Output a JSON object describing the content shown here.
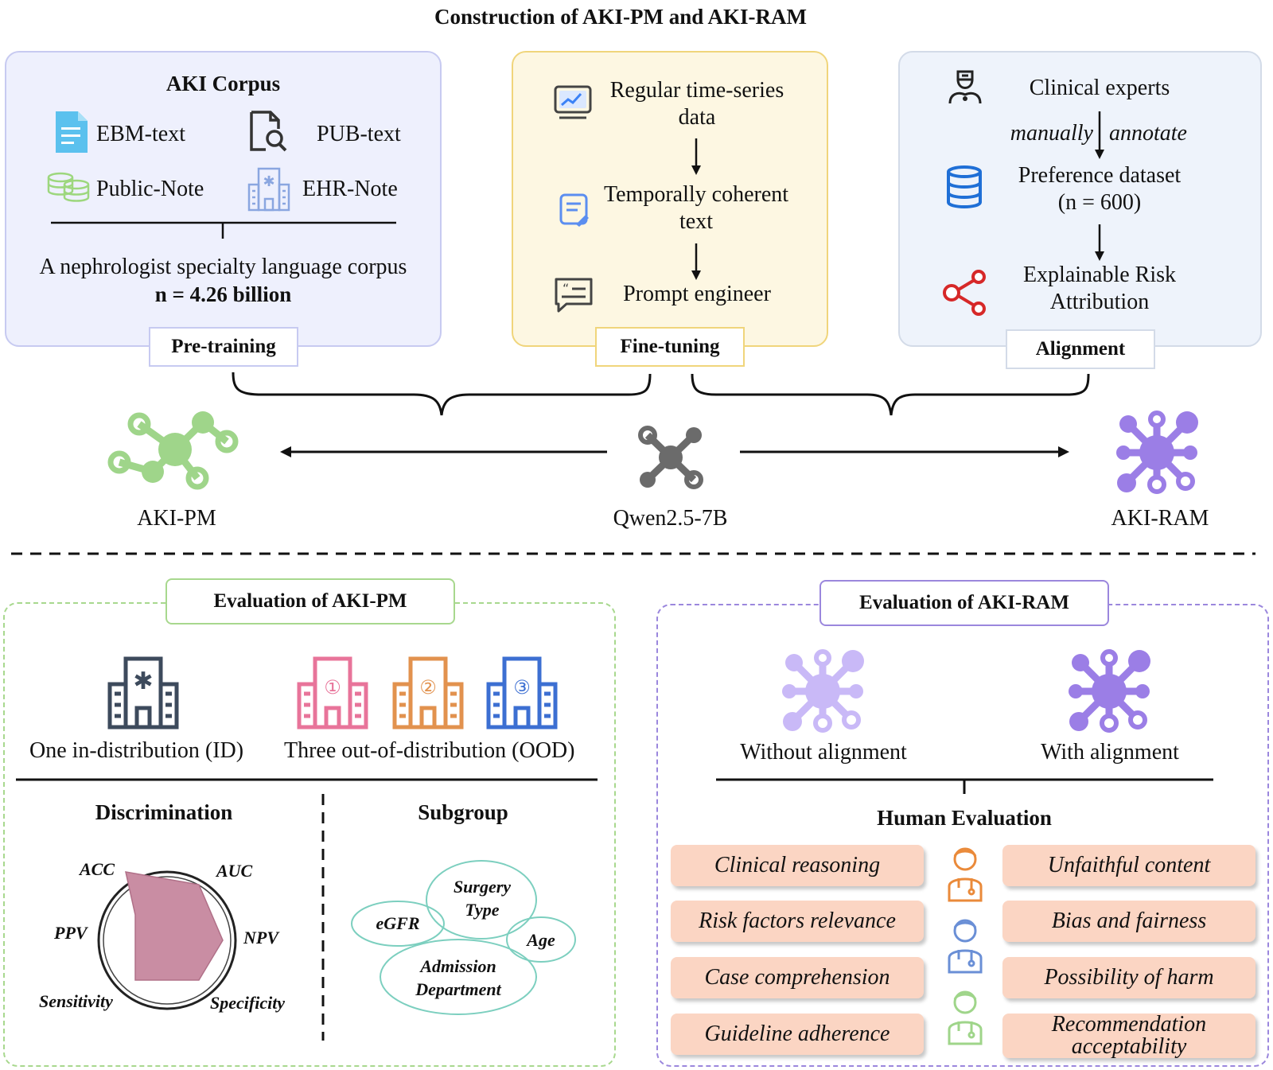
{
  "title": "Construction of AKI-PM and AKI-RAM",
  "pretraining": {
    "heading": "AKI Corpus",
    "sources": [
      "EBM-text",
      "PUB-text",
      "Public-Note",
      "EHR-Note"
    ],
    "desc": "A nephrologist specialty language corpus",
    "size": "n = 4.26 billion",
    "tag": "Pre-training"
  },
  "finetuning": {
    "step1": "Regular time-series data",
    "step2": "Temporally coherent text",
    "step3": "Prompt engineer",
    "tag": "Fine-tuning"
  },
  "alignment": {
    "experts": "Clinical experts",
    "manually": "manually",
    "annotate": "annotate",
    "dataset_line1": "Preference dataset",
    "dataset_line2": "(n = 600)",
    "attribution_line1": "Explainable Risk",
    "attribution_line2": "Attribution",
    "tag": "Alignment"
  },
  "models": {
    "left": "AKI-PM",
    "center": "Qwen2.5-7B",
    "right": "AKI-RAM",
    "colors": {
      "pm": "#9fd58a",
      "base": "#6b6b6b",
      "ram": "#9b7ee6"
    }
  },
  "eval_pm": {
    "tag": "Evaluation of AKI-PM",
    "id_label": "One in-distribution (ID)",
    "ood_label": "Three out-of-distribution (OOD)",
    "ood_numbers": [
      "①",
      "②",
      "③"
    ],
    "discrimination": "Discrimination",
    "subgroup": "Subgroup",
    "radar_metrics": [
      "ACC",
      "AUC",
      "NPV",
      "Specificity",
      "Sensitivity",
      "PPV"
    ],
    "subgroups": [
      "Surgery Type",
      "eGFR",
      "Age",
      "Admission Department"
    ]
  },
  "eval_ram": {
    "tag": "Evaluation of AKI-RAM",
    "without": "Without alignment",
    "with": "With alignment",
    "human_eval": "Human Evaluation",
    "left_criteria": [
      "Clinical reasoning",
      "Risk factors relevance",
      "Case comprehension",
      "Guideline adherence"
    ],
    "right_criteria": [
      "Unfaithful content",
      "Bias and fairness",
      "Possibility of harm",
      "Recommendation acceptability"
    ]
  }
}
